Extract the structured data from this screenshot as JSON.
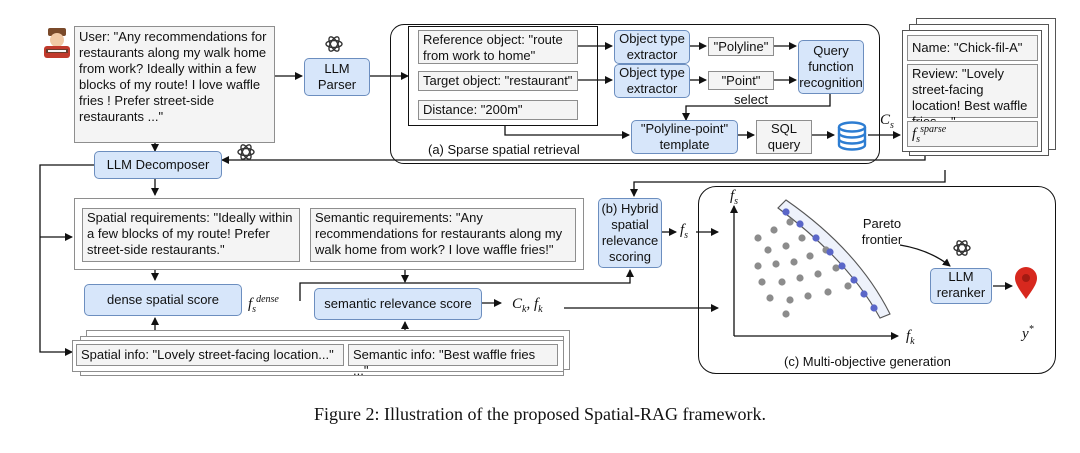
{
  "user_query": "User: \"Any recommendations for restaurants along my walk home from work? Ideally within a few blocks of my route! I love waffle fries ! Prefer street-side restaurants ...\"",
  "llm_parser": "LLM Parser",
  "llm_decomposer": "LLM Decomposer",
  "sparse": {
    "reference_object": "Reference object: \"route from work to home\"",
    "target_object": "Target object: \"restaurant\"",
    "distance": "Distance: \"200m\"",
    "extractor_1": "Object type extractor",
    "extractor_2": "Object type extractor",
    "polyline": "\"Polyline\"",
    "point": "\"Point\"",
    "query_recognition": "Query function recognition",
    "select": "select",
    "template": "\"Polyline-point\" template",
    "sql": "SQL query",
    "label": "(a) Sparse spatial retrieval"
  },
  "candidate": {
    "name": "Name: \"Chick-fil-A\"",
    "review": "Review: \"Lovely street-facing location! Best waffle fries ...\"",
    "f_sparse": "f",
    "f_sparse_sub": "s",
    "f_sparse_sup": "sparse",
    "c_s": "C",
    "c_s_sub": "s"
  },
  "requirements": {
    "spatial": "Spatial requirements: \"Ideally within a few blocks of my route! Prefer street-side restaurants.\"",
    "semantic": "Semantic requirements: \"Any recommendations for restaurants along my walk home from work? I love waffle fries!\""
  },
  "hybrid": {
    "label": "(b) Hybrid spatial relevance scoring",
    "f_s": "f",
    "f_s_sub": "s"
  },
  "scores": {
    "dense_spatial": "dense spatial score",
    "semantic_relevance": "semantic relevance score",
    "f_dense": "f",
    "f_dense_sub": "s",
    "f_dense_sup": "dense",
    "ck_fk": "C",
    "ck_fk_sub": "k",
    "ck_fk_mid": ", f",
    "ck_fk_sub2": "k"
  },
  "info": {
    "spatial": "Spatial info: \"Lovely street-facing location...\"",
    "semantic": "Semantic info: \"Best waffle fries ...\""
  },
  "multi_objective": {
    "label": "(c) Multi-objective generation",
    "y_axis": "f",
    "y_axis_sub": "s",
    "x_axis": "f",
    "x_axis_sub": "k",
    "pareto": "Pareto frontier",
    "reranker": "LLM reranker",
    "output": "y",
    "output_sup": "*"
  },
  "caption": "Figure 2: Illustration of the proposed Spatial-RAG framework.",
  "colors": {
    "box_fill": "#d7e6fa",
    "box_border": "#6c8ebf",
    "pareto_point": "#5a66c8",
    "scatter_point": "#8c8c8c",
    "pin": "#d7281e"
  }
}
